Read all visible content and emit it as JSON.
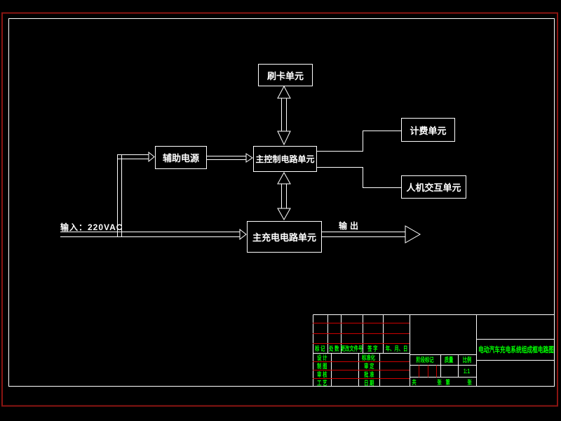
{
  "colors": {
    "background": "#000000",
    "line_white": "#ffffff",
    "frame_red": "#8b1512",
    "table_red": "#cc0000",
    "text_green": "#00ff00"
  },
  "diagram": {
    "blocks": {
      "card_unit": "刷卡单元",
      "aux_power": "辅助电源",
      "main_control": "主控制电路单元",
      "billing_unit": "计费单元",
      "hmi_unit": "人机交互单元",
      "main_charge": "主充电电路单元"
    },
    "labels": {
      "input": "输入：220VAC",
      "output": "输出"
    }
  },
  "title_block": {
    "revision_header": {
      "mark": "标 记",
      "count": "处 数",
      "change_file_no": "更改文件号",
      "signature": "签 字",
      "date": "年、月、日"
    },
    "left_labels": [
      "设 计",
      "制 图",
      "审 核",
      "工 艺"
    ],
    "mid_labels": [
      "标准化",
      "审 定",
      "批 准",
      "日 期"
    ],
    "stage_mark": "阶段标记",
    "mass": "质量",
    "scale": "比例",
    "scale_value": "1:1",
    "sheet": {
      "total_prefix": "共",
      "sheet_unit": "张",
      "ordinal": "第",
      "sheet_unit2": "张"
    },
    "drawing_title": "电动汽车充电系统组成框电路图"
  }
}
